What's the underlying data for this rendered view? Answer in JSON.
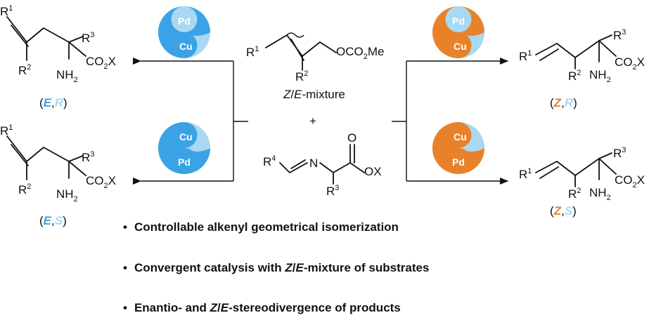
{
  "catalysts": {
    "pd": "Pd",
    "cu": "Cu"
  },
  "colors": {
    "pd_blue": "#3aa3e6",
    "cu_blue": "#a9d9f2",
    "pd_orange": "#e8822a",
    "stereo_blue": "#3aa3e6",
    "stereo_light": "#a9d9f2",
    "stereo_orange": "#e8822a"
  },
  "substrate": {
    "r1": "R",
    "r1_sup": "1",
    "r2": "R",
    "r2_sup": "2",
    "ester": "OCO",
    "ester_sub": "2",
    "ester_me": "Me",
    "mixture_z": "Z",
    "mixture_sep": "/",
    "mixture_e": "E",
    "mixture_rest": "-mixture",
    "plus": "+"
  },
  "imine": {
    "r4": "R",
    "r4_sup": "4",
    "n": "N",
    "o": "O",
    "ox": "OX",
    "r3": "R",
    "r3_sup": "3"
  },
  "product_labels": {
    "er": {
      "open": "(",
      "geo": "E",
      "comma": ",",
      "cfg": "R",
      "close": ")"
    },
    "es": {
      "open": "(",
      "geo": "E",
      "comma": ",",
      "cfg": "S",
      "close": ")"
    },
    "zr": {
      "open": "(",
      "geo": "Z",
      "comma": ",",
      "cfg": "R",
      "close": ")"
    },
    "zs": {
      "open": "(",
      "geo": "Z",
      "comma": ",",
      "cfg": "S",
      "close": ")"
    }
  },
  "product_atoms": {
    "r1": "R",
    "r1_sup": "1",
    "r2": "R",
    "r2_sup": "2",
    "r3": "R",
    "r3_sup": "3",
    "nh": "NH",
    "nh_sub": "2",
    "co": "CO",
    "co_sub": "2",
    "co_x": "X"
  },
  "bullets": [
    {
      "dot": "•",
      "before": "Controllable alkenyl geometrical isomerization",
      "italic1": "",
      "mid": "",
      "italic2": "",
      "after": ""
    },
    {
      "dot": "•",
      "before": "Convergent catalysis with ",
      "italic1": "Z",
      "mid": "/",
      "italic2": "E",
      "after": "-mixture of substrates"
    },
    {
      "dot": "•",
      "before": "Enantio- and ",
      "italic1": "Z",
      "mid": "/",
      "italic2": "E",
      "after": "-stereodivergence of products"
    }
  ]
}
